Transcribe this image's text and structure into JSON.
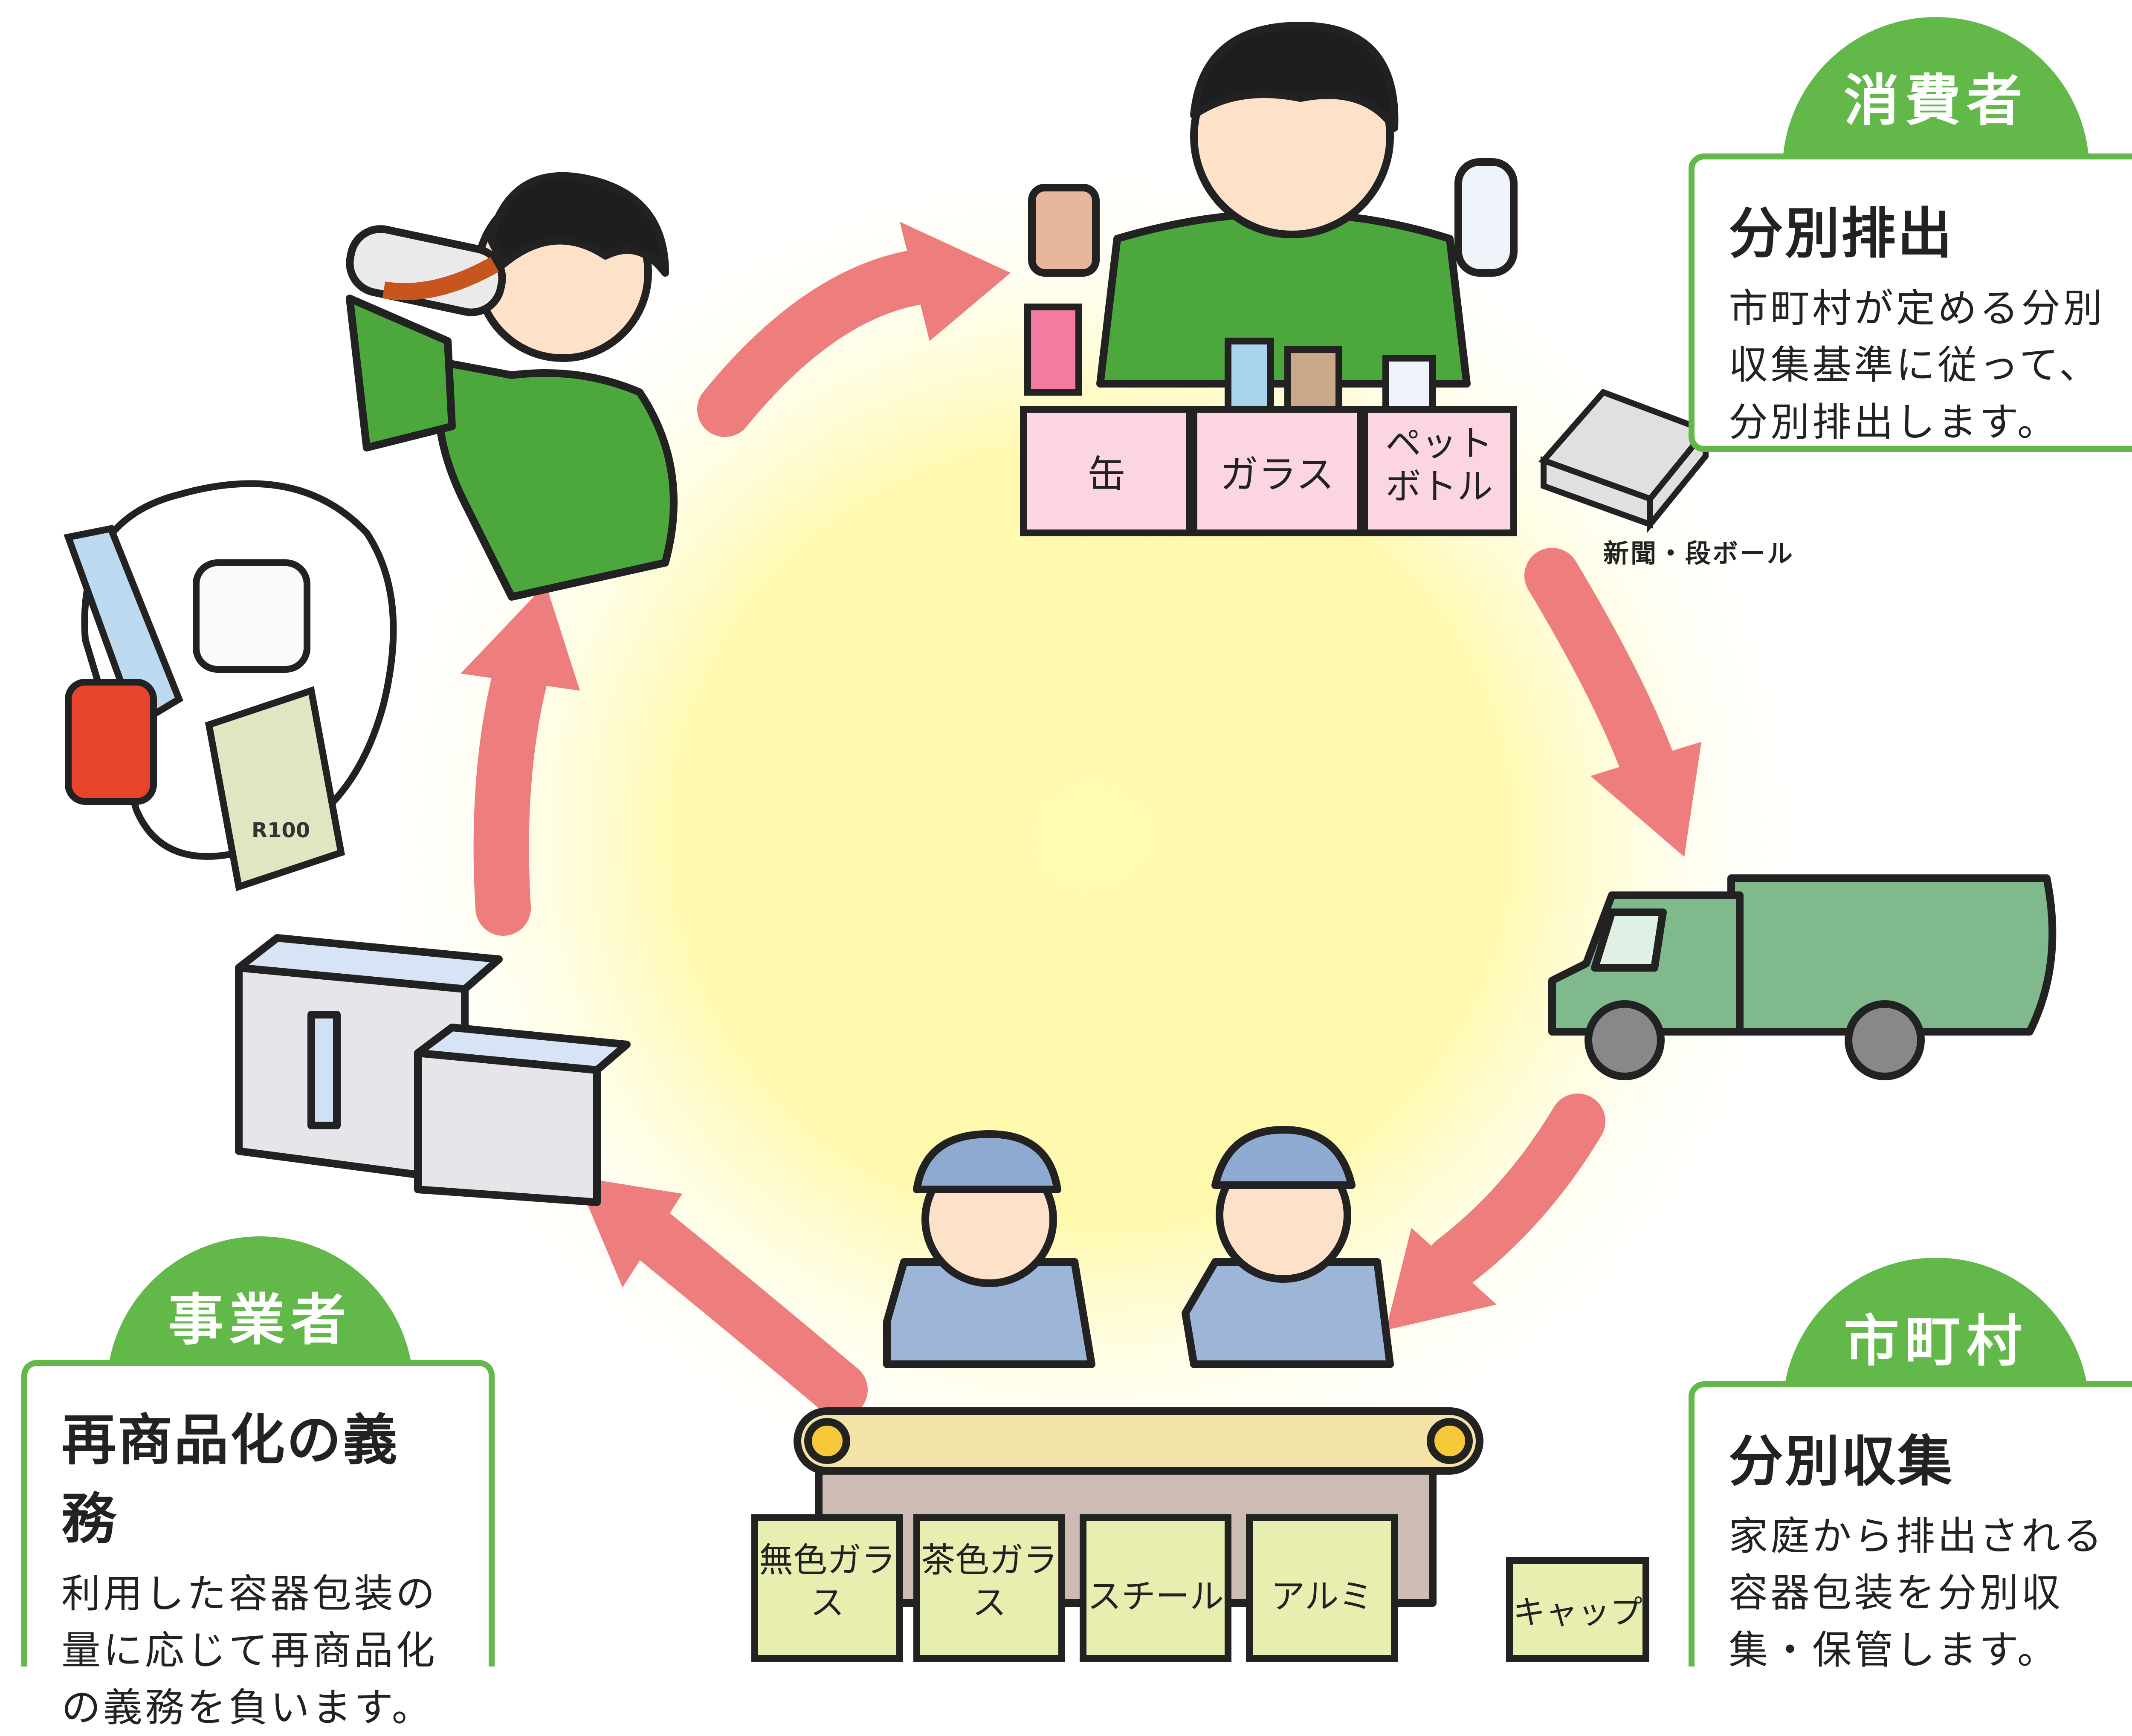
{
  "center_glow_color": "#fff8a0",
  "arrow_color": "#ee7d7d",
  "green_color": "#62b848",
  "consumer": {
    "tab": "消費者",
    "heading": "分別排出",
    "body": "市町村が定める分別収集基準に従って、分別排出します。",
    "bins": [
      "缶",
      "ガラス",
      "ペットボトル"
    ],
    "newspaper_label": "新聞・段ボール"
  },
  "municipality": {
    "tab": "市町村",
    "heading": "分別収集",
    "body": "家庭から排出される容器包装を分別収集・保管します。",
    "bins": [
      "無色ガラス",
      "茶色ガラス",
      "スチール",
      "アルミ"
    ],
    "cap_label": "キャップ"
  },
  "business": {
    "tab": "事業者",
    "heading": "再商品化の義務",
    "body": "利用した容器包装の量に応じて再商品化の義務を負います。"
  },
  "products": {
    "notebook_mark": "R100"
  }
}
